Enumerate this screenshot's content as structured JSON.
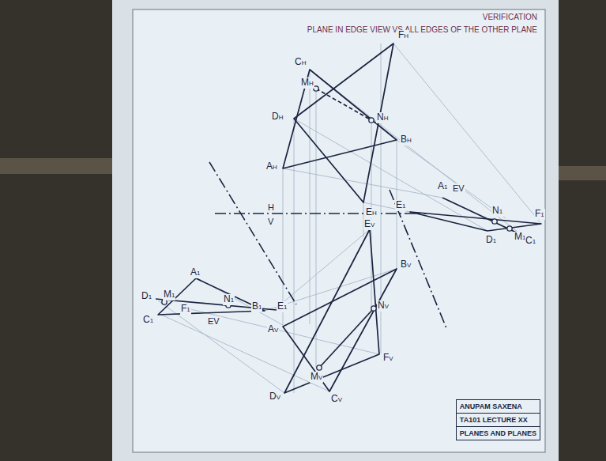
{
  "diagram": {
    "title": "VERIFICATION",
    "nodes": [
      {
        "text": [
          "ANUPAM SAXENA",
          "TA101 LECTURE XX",
          "PLANES AND PLANES"
        ]
      }
    ],
    "labels": [
      "PLANE IN EDGE VIEW VS ALL EDGES OF THE OTHER PLANE",
      "FH",
      "CH",
      "MH",
      "DH",
      "NH",
      "BH",
      "AH",
      "EH",
      "H",
      "V",
      "A1",
      "EV",
      "E1",
      "N1",
      "F1",
      "D1",
      "M1",
      "C1",
      "EV",
      "BV",
      "AV",
      "NV",
      "FV",
      "DV",
      "MV",
      "CV",
      "D1",
      "M1",
      "A1",
      "F1",
      "B1",
      "E1",
      "C1",
      "EV",
      "N1"
    ]
  }
}
